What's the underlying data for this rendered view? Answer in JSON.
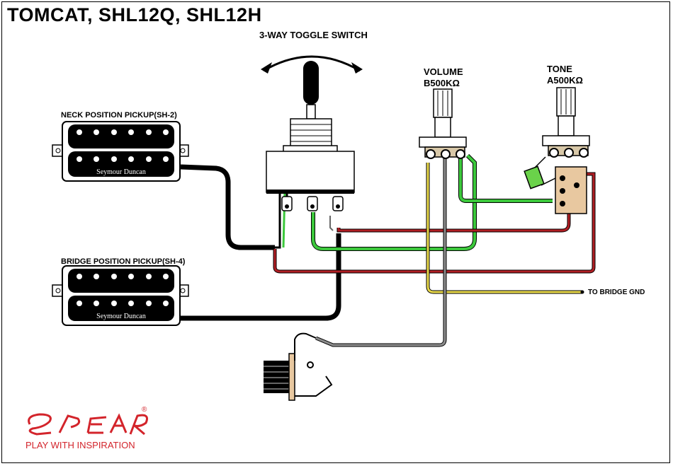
{
  "title": "TOMCAT, SHL12Q, SHL12H",
  "toggle_label": "3-WAY TOGGLE SWITCH",
  "volume": {
    "label": "VOLUME",
    "value": "B500KΩ"
  },
  "tone": {
    "label": "TONE",
    "value": "A500KΩ"
  },
  "neck_pickup": {
    "label": "NECK POSITION PICKUP(SH-2)",
    "brand": "Seymour Duncan"
  },
  "bridge_pickup": {
    "label": "BRIDGE POSITION PICKUP(SH-4)",
    "brand": "Seymour Duncan"
  },
  "bridge_gnd": "TO BRIDGE GND",
  "logo": {
    "text": "SPEAR",
    "mark": "®",
    "tagline": "PLAY WITH INSPIRATION"
  },
  "colors": {
    "black_wire": "#000000",
    "green_wire": "#3cc83c",
    "red_wire": "#b01e23",
    "yellow_wire": "#e8d84a",
    "gray_wire": "#8c8c8c",
    "capacitor": "#6ad24a",
    "logo_red": "#d3242b"
  }
}
